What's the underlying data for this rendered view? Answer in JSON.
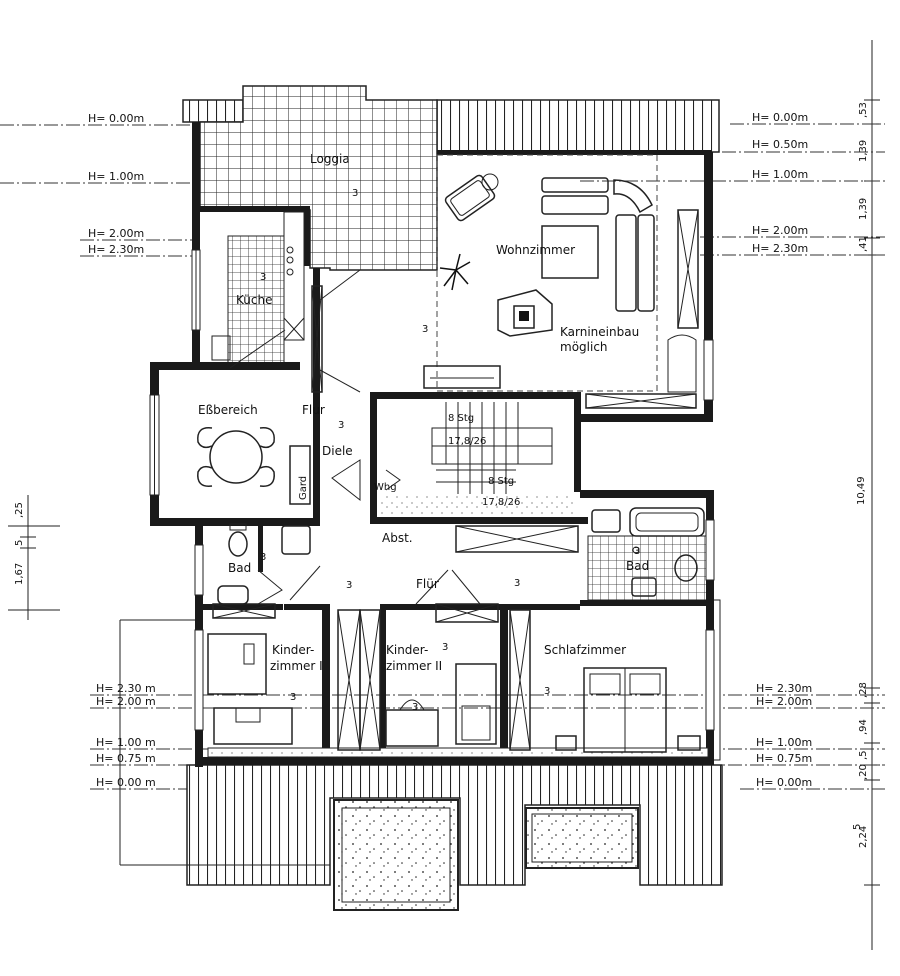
{
  "rooms": {
    "loggia": "Loggia",
    "wohnzimmer": "Wohnzimmer",
    "kueche": "Küche",
    "karnin_1": "Karnineinbau",
    "karnin_2": "möglich",
    "essbereich": "Eßbereich",
    "flur_top": "Flur",
    "diele": "Diele",
    "gard": "Gard",
    "whg": "Whg",
    "stg_top": "8 Stg",
    "stg_top_ratio": "17,8/26",
    "stg_bottom": "8 Stg",
    "stg_bottom_ratio": "17,8/26",
    "abst": "Abst.",
    "bad_left": "Bad",
    "bad_right": "Bad",
    "flur_bottom": "Flür",
    "kinder1_a": "Kinder-",
    "kinder1_b": "zimmer I",
    "kinder2_a": "Kinder-",
    "kinder2_b": "zimmer II",
    "schlafzimmer": "Schlafzimmer"
  },
  "heights_left": {
    "h0": "H= 0.00m",
    "h100": "H= 1.00m",
    "h200": "H= 2.00m",
    "h230": "H= 2.30m"
  },
  "heights_right": {
    "h0": "H= 0.00m",
    "h050": "H= 0.50m",
    "h100": "H= 1.00m",
    "h200": "H= 2.00m",
    "h230": "H= 2.30m"
  },
  "heights_bottom_left": {
    "h230": "H= 2.30 m",
    "h200": "H= 2.00 m",
    "h100": "H= 1.00 m",
    "h075": "H= 0.75 m",
    "h0": "H= 0.00 m"
  },
  "heights_bottom_right": {
    "h230": "H= 2.30m",
    "h200": "H= 2.00m",
    "h100": "H= 1.00m",
    "h075": "H= 0.75m",
    "h0": "H= 0.00m"
  },
  "dims_right": {
    "d53": ",53",
    "d139a": "1,39",
    "d139b": "1,39",
    "d41": ",41",
    "d1049": "10,49",
    "d28": ",28",
    "d94": ",94",
    "d5": ",5",
    "d20": ",20",
    "d224": "2,24",
    "d5sup": "5"
  },
  "dims_left": {
    "d25": ",25",
    "d5": "5",
    "d167": "1,67"
  }
}
